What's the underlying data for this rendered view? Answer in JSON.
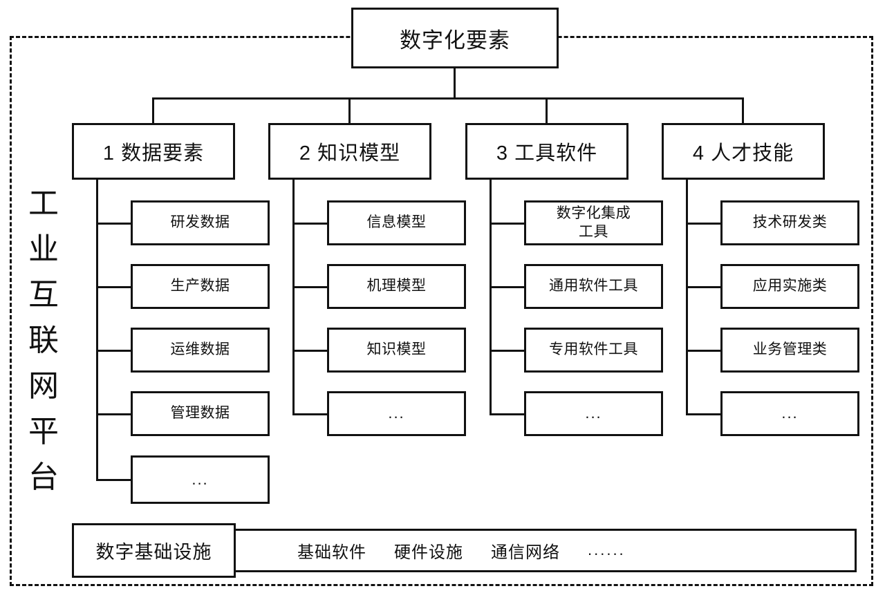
{
  "diagram": {
    "platform_label": "工业互联网平台",
    "root": {
      "label": "数字化要素"
    },
    "categories": [
      {
        "label": "1 数据要素",
        "children": [
          {
            "label": "研发数据"
          },
          {
            "label": "生产数据"
          },
          {
            "label": "运维数据"
          },
          {
            "label": "管理数据"
          },
          {
            "label": "..."
          }
        ]
      },
      {
        "label": "2 知识模型",
        "children": [
          {
            "label": "信息模型"
          },
          {
            "label": "机理模型"
          },
          {
            "label": "知识模型"
          },
          {
            "label": "..."
          }
        ]
      },
      {
        "label": "3 工具软件",
        "children": [
          {
            "label": "数字化集成\n工具"
          },
          {
            "label": "通用软件工具"
          },
          {
            "label": "专用软件工具"
          },
          {
            "label": "..."
          }
        ]
      },
      {
        "label": "4 人才技能",
        "children": [
          {
            "label": "技术研发类"
          },
          {
            "label": "应用实施类"
          },
          {
            "label": "业务管理类"
          },
          {
            "label": "..."
          }
        ]
      }
    ],
    "infrastructure": {
      "label": "数字基础设施",
      "items": [
        "基础软件",
        "硬件设施",
        "通信网络",
        "......"
      ]
    },
    "colors": {
      "stroke": "#111111",
      "background": "#ffffff"
    }
  }
}
